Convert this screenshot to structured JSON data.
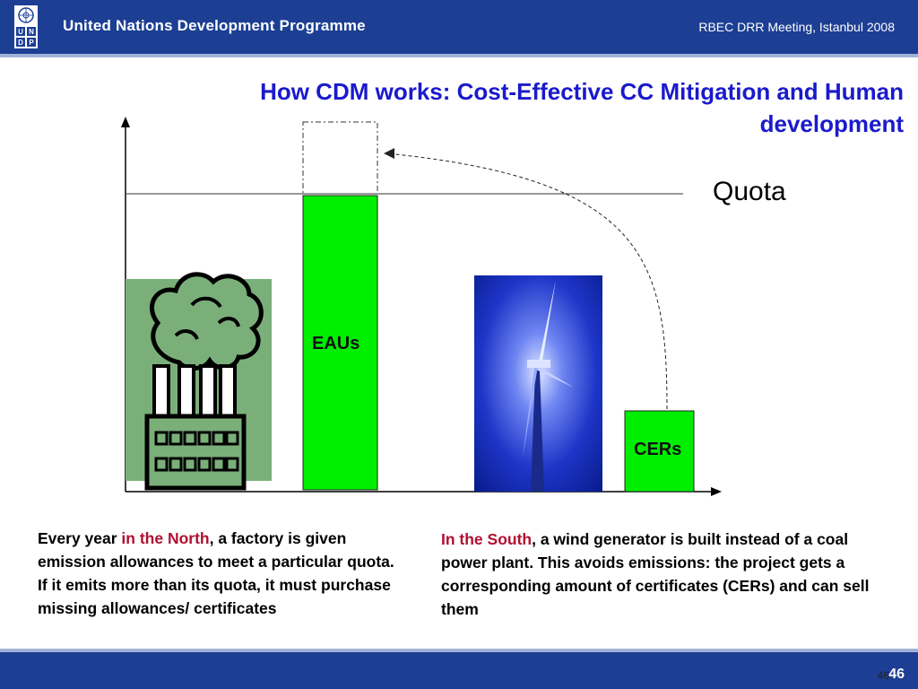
{
  "header": {
    "org_name": "United Nations Development Programme",
    "meeting": "RBEC DRR Meeting, Istanbul 2008"
  },
  "slide": {
    "title": "How CDM works: Cost-Effective CC Mitigation and Human development",
    "quota_label": "Quota",
    "eaus_label": "EAUs",
    "cers_label": "CERs"
  },
  "captions": {
    "left_prefix": "Every year ",
    "left_highlight": "in the North",
    "left_rest": ", a factory is given emission allowances to meet a particular quota. If it emits more than its quota, it must purchase missing allowances/ certificates",
    "right_highlight": "In the South",
    "right_rest": ", a wind generator is built instead of a coal power plant. This avoids emissions: the project gets a corresponding amount of certificates (CERs) and can sell them"
  },
  "footer": {
    "page_number_bg": "46",
    "page_number": "46"
  },
  "colors": {
    "header_blue": "#1c3f94",
    "title_blue": "#1a1acc",
    "bar_green": "#00ee00",
    "highlight_red": "#b01030",
    "factory_bg": "#7aaf7a"
  }
}
